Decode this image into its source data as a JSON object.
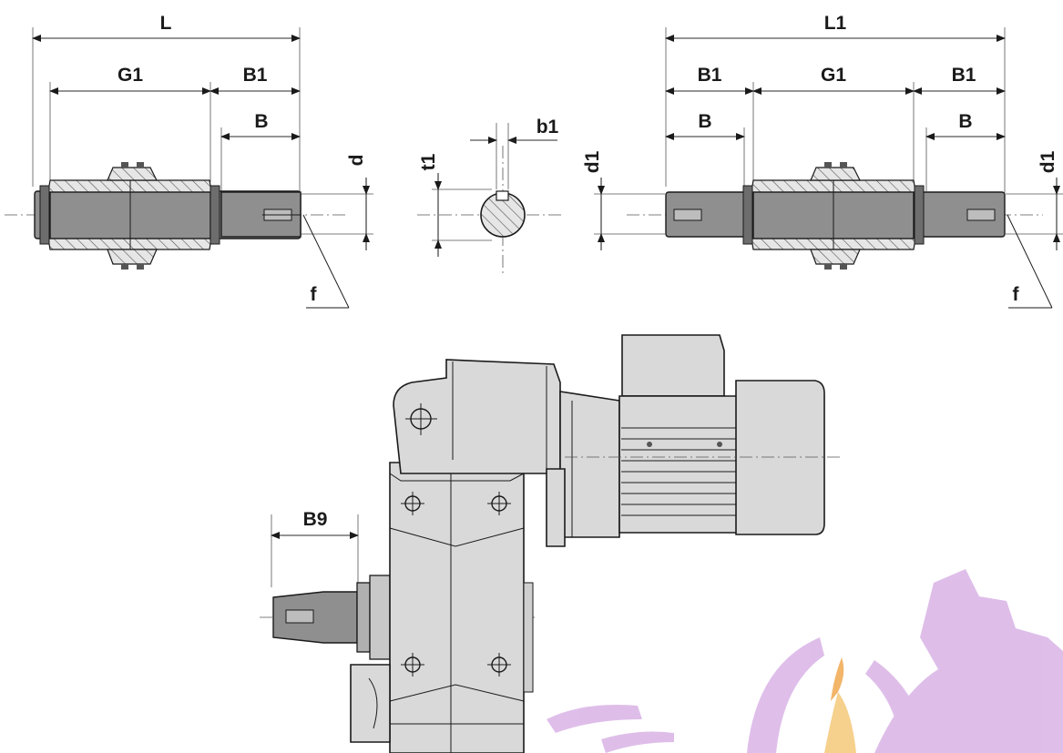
{
  "view_left": {
    "labels": {
      "L": "L",
      "G1": "G1",
      "B1": "B1",
      "B": "B",
      "d": "d",
      "f": "f"
    }
  },
  "section_view": {
    "labels": {
      "t1": "t1",
      "b1": "b1"
    }
  },
  "view_right": {
    "labels": {
      "L1": "L1",
      "B1_left": "B1",
      "G1": "G1",
      "B1_right": "B1",
      "B_left": "B",
      "B_right": "B",
      "d1_left": "d1",
      "d1_right": "d1",
      "f": "f"
    }
  },
  "motor_view": {
    "labels": {
      "B9": "B9"
    }
  },
  "colors": {
    "line": "#1a1a1a",
    "shaft": "#8f8f8f",
    "housing": "#d9d9d9",
    "watermark_purple": "#d9b3e6",
    "watermark_orange": "#f5c87a"
  }
}
